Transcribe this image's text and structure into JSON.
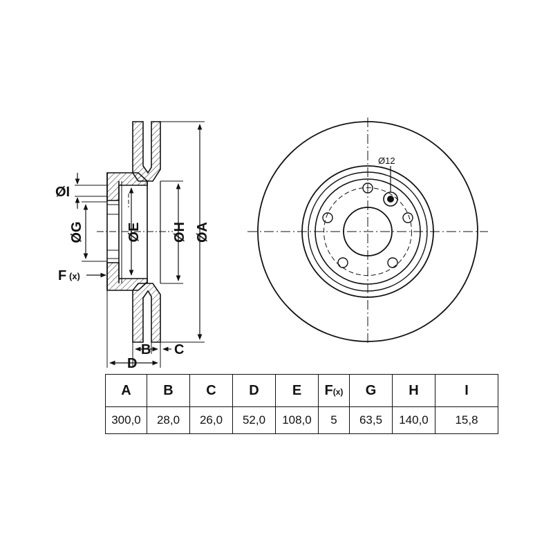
{
  "drawing": {
    "hole_label": "Ø12",
    "dims": {
      "A": "ØA",
      "B": "B",
      "C": "C",
      "D": "D",
      "E": "ØE",
      "G": "ØG",
      "H": "ØH",
      "I": "ØI",
      "F": "F",
      "F_sub": "(x)"
    }
  },
  "table": {
    "headers": [
      "A",
      "B",
      "C",
      "D",
      "E",
      "F",
      "G",
      "H",
      "I"
    ],
    "f_sub": "(x)",
    "values": [
      "300,0",
      "28,0",
      "26,0",
      "52,0",
      "108,0",
      "5",
      "63,5",
      "140,0",
      "15,8"
    ]
  }
}
